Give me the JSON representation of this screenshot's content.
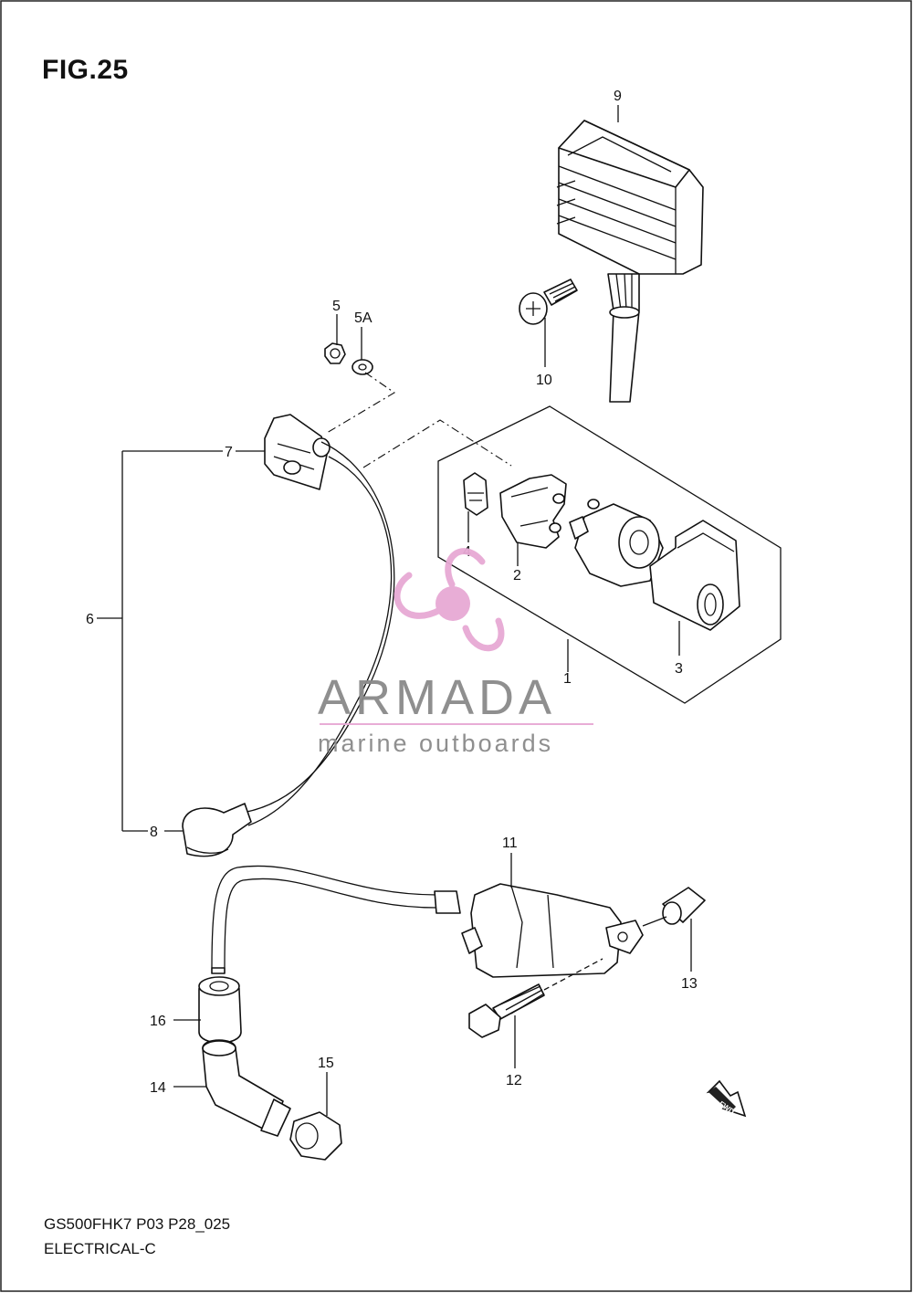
{
  "figure": {
    "title": "FIG.25",
    "model_code": "GS500FHK7 P03 P28_025",
    "section": "ELECTRICAL-C"
  },
  "watermark": {
    "brand": "ARMADA",
    "tagline": "marine outboards",
    "color_pink": "#e7a9d4",
    "color_gray": "#8a8a8a"
  },
  "callouts": {
    "p1": "1",
    "p2": "2",
    "p3": "3",
    "p4": "4",
    "p5": "5",
    "p5a": "5A",
    "p6": "6",
    "p7": "7",
    "p8": "8",
    "p9": "9",
    "p10": "10",
    "p11": "11",
    "p12": "12",
    "p13": "13",
    "p14": "14",
    "p15": "15",
    "p16": "16"
  },
  "direction_badge": "FWD"
}
